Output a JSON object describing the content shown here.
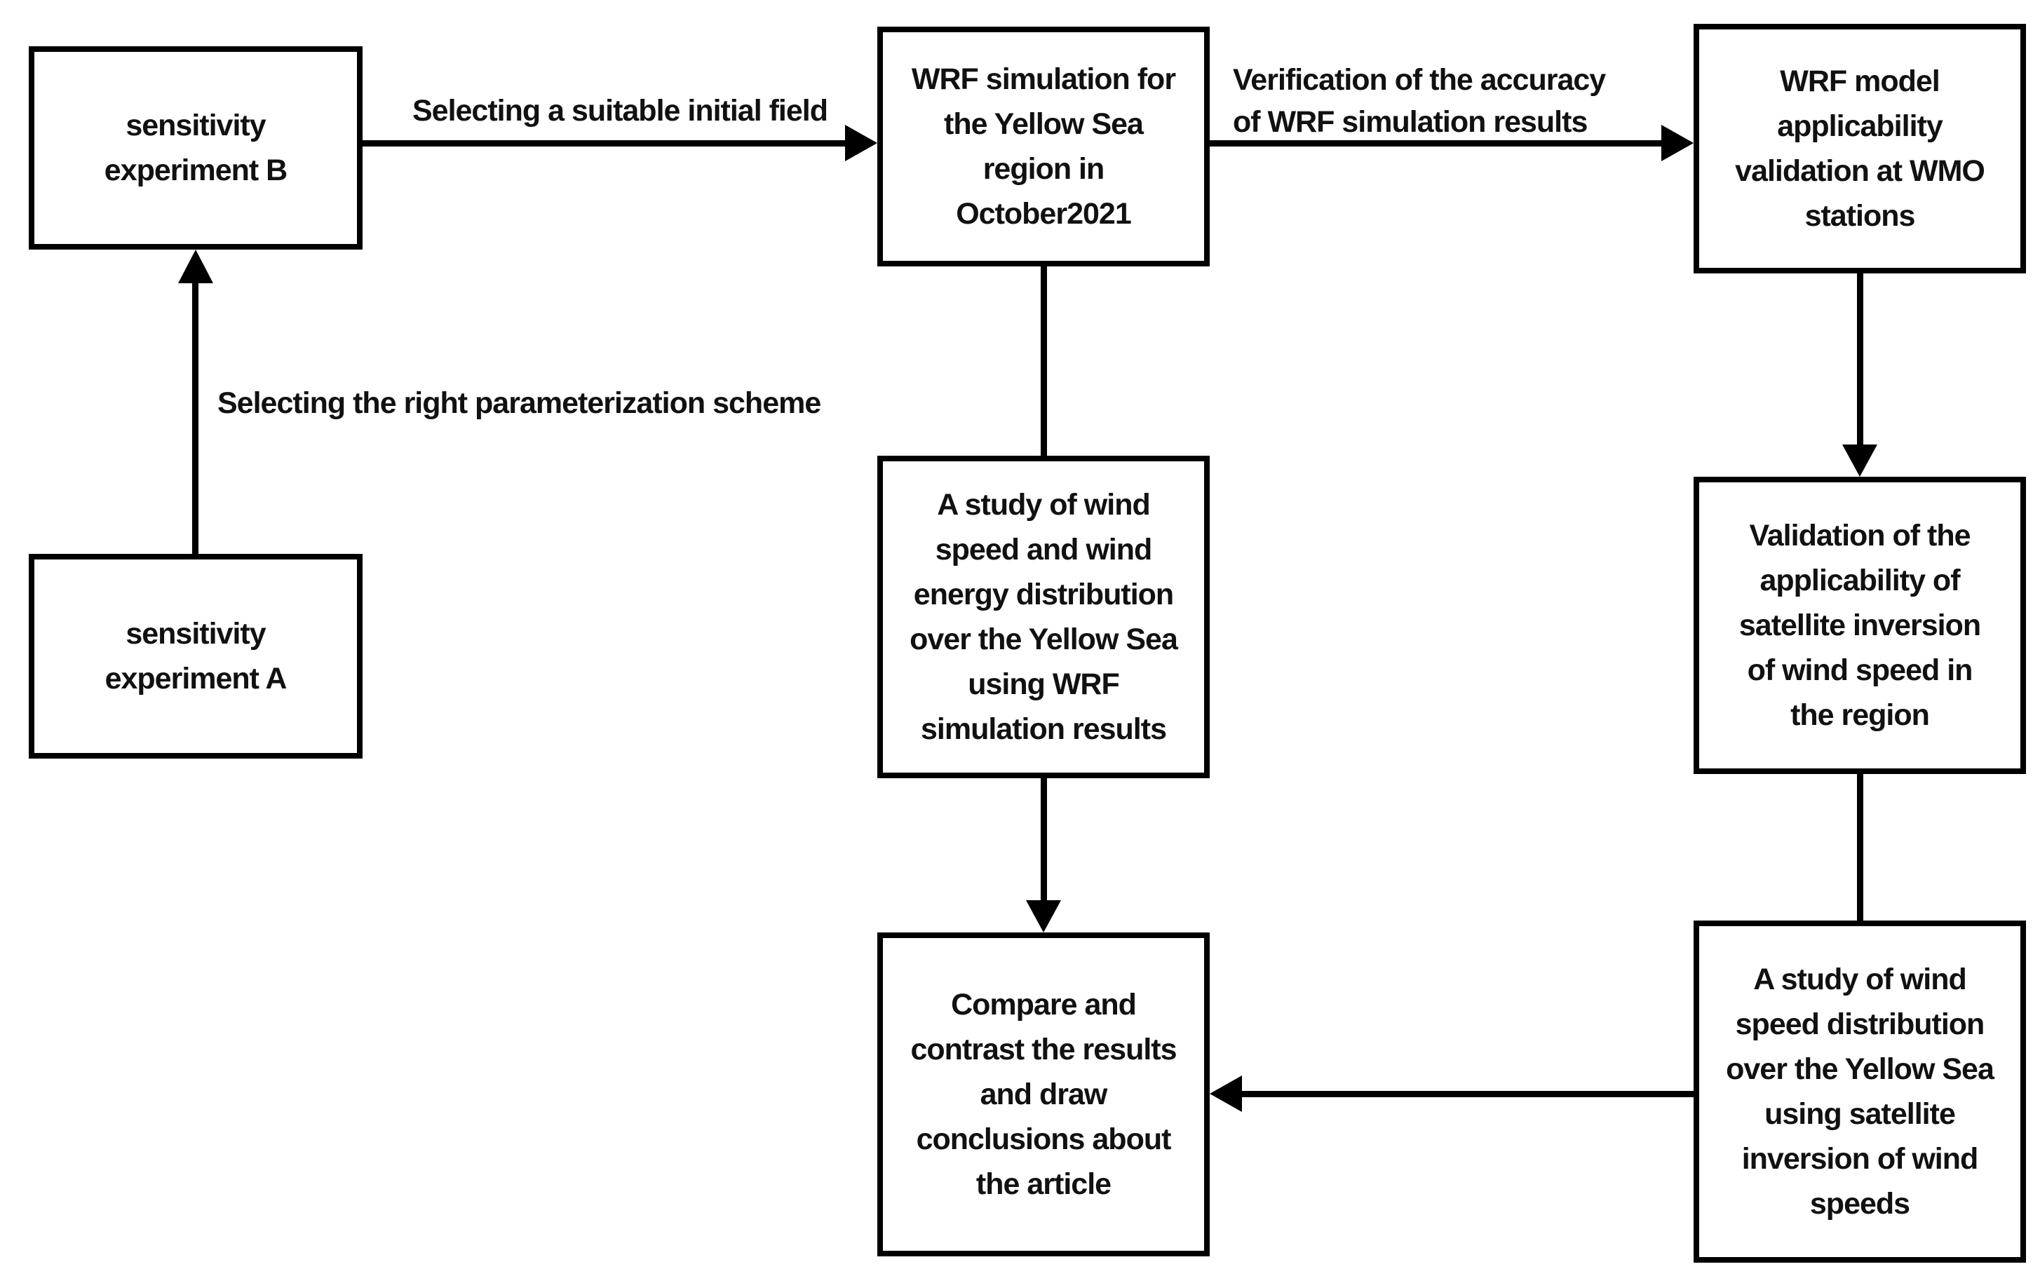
{
  "colors": {
    "background": "#ffffff",
    "line": "#000000",
    "text": "#111111"
  },
  "nodes": {
    "sensitivity_b": {
      "lines": [
        "sensitivity",
        "experiment B"
      ]
    },
    "sensitivity_a": {
      "lines": [
        "sensitivity",
        "experiment A"
      ]
    },
    "wrf_simulation": {
      "lines": [
        "WRF simulation for",
        "the Yellow Sea",
        "region in",
        "October2021"
      ]
    },
    "wmo_validation": {
      "lines": [
        "WRF model",
        "applicability",
        "validation at WMO",
        "stations"
      ]
    },
    "wind_energy_study": {
      "lines": [
        "A study of wind",
        "speed and wind",
        "energy distribution",
        "over the Yellow Sea",
        "using WRF",
        "simulation results"
      ]
    },
    "satellite_applicability": {
      "lines": [
        "Validation of the",
        "applicability of",
        "satellite inversion",
        "of wind speed in",
        "the region"
      ]
    },
    "compare_conclusions": {
      "lines": [
        "Compare and",
        "contrast the results",
        "and draw",
        "conclusions about",
        "the article"
      ]
    },
    "satellite_wind_study": {
      "lines": [
        "A study of wind",
        "speed distribution",
        "over the Yellow Sea",
        "using satellite",
        "inversion of wind",
        "speeds"
      ]
    }
  },
  "edge_labels": {
    "parameterization": "Selecting the right parameterization scheme",
    "initial_field": "Selecting a suitable initial field",
    "verification": [
      "Verification of the accuracy",
      "of WRF simulation results"
    ]
  },
  "edges": [
    {
      "from": "sensitivity_a",
      "to": "sensitivity_b",
      "label": "Selecting the right parameterization scheme",
      "arrowhead": true,
      "direction": "up"
    },
    {
      "from": "sensitivity_b",
      "to": "wrf_simulation",
      "label": "Selecting a suitable initial field",
      "arrowhead": true,
      "direction": "right"
    },
    {
      "from": "wrf_simulation",
      "to": "wmo_validation",
      "label": "Verification of the accuracy of WRF simulation results",
      "arrowhead": true,
      "direction": "right"
    },
    {
      "from": "wrf_simulation",
      "to": "wind_energy_study",
      "label": "",
      "arrowhead": false,
      "direction": "down"
    },
    {
      "from": "wmo_validation",
      "to": "satellite_applicability",
      "label": "",
      "arrowhead": true,
      "direction": "down"
    },
    {
      "from": "satellite_applicability",
      "to": "satellite_wind_study",
      "label": "",
      "arrowhead": false,
      "direction": "down"
    },
    {
      "from": "wind_energy_study",
      "to": "compare_conclusions",
      "label": "",
      "arrowhead": true,
      "direction": "down"
    },
    {
      "from": "satellite_wind_study",
      "to": "compare_conclusions",
      "label": "",
      "arrowhead": true,
      "direction": "left"
    }
  ]
}
